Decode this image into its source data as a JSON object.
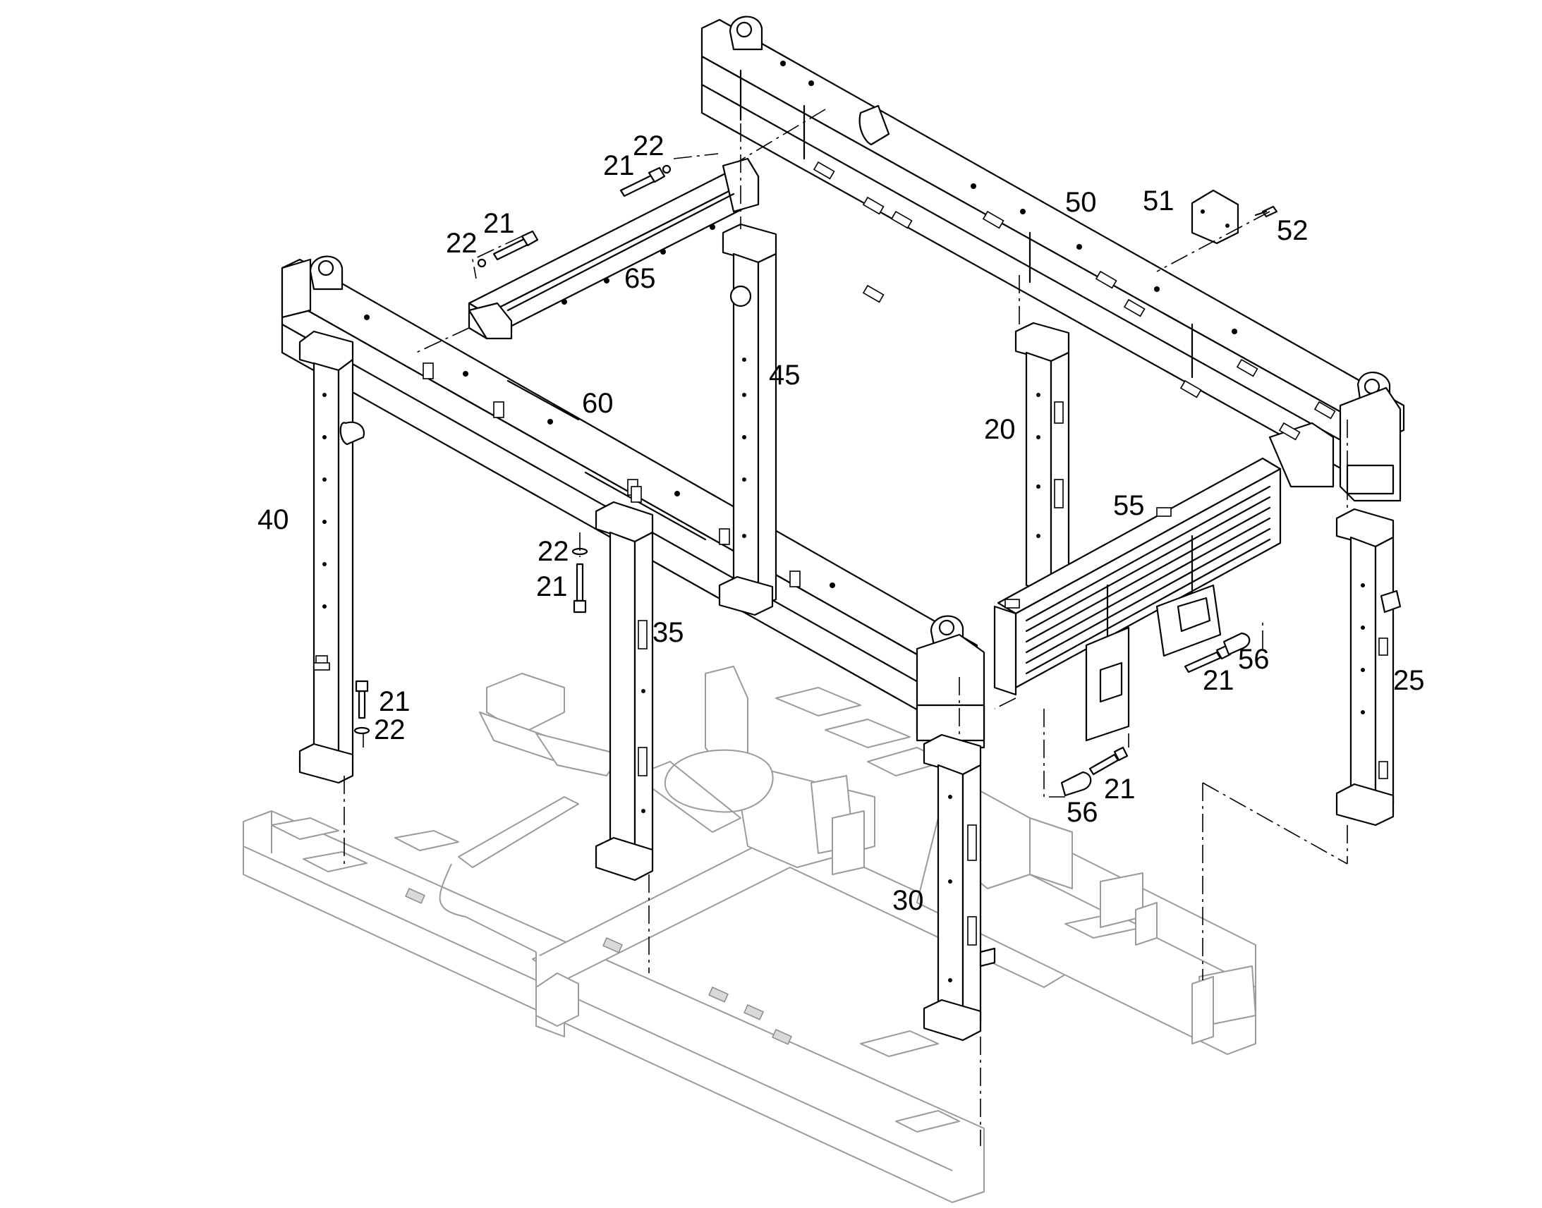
{
  "callouts": [
    {
      "id": "c21a",
      "text": "21"
    },
    {
      "id": "c22a",
      "text": "22"
    },
    {
      "id": "c21b",
      "text": "21"
    },
    {
      "id": "c22b",
      "text": "22"
    },
    {
      "id": "c65",
      "text": "65"
    },
    {
      "id": "c50",
      "text": "50"
    },
    {
      "id": "c51",
      "text": "51"
    },
    {
      "id": "c52",
      "text": "52"
    },
    {
      "id": "c45",
      "text": "45"
    },
    {
      "id": "c60",
      "text": "60"
    },
    {
      "id": "c20",
      "text": "20"
    },
    {
      "id": "c55",
      "text": "55"
    },
    {
      "id": "c40",
      "text": "40"
    },
    {
      "id": "c22c",
      "text": "22"
    },
    {
      "id": "c21c",
      "text": "21"
    },
    {
      "id": "c35",
      "text": "35"
    },
    {
      "id": "c21d",
      "text": "21"
    },
    {
      "id": "c56a",
      "text": "56"
    },
    {
      "id": "c25",
      "text": "25"
    },
    {
      "id": "c21e",
      "text": "21"
    },
    {
      "id": "c22d",
      "text": "22"
    },
    {
      "id": "c21f",
      "text": "21"
    },
    {
      "id": "c56b",
      "text": "56"
    },
    {
      "id": "c30",
      "text": "30"
    }
  ],
  "colors": {
    "ink": "#000000",
    "ghost": "#9a9a9a",
    "background": "#ffffff"
  }
}
